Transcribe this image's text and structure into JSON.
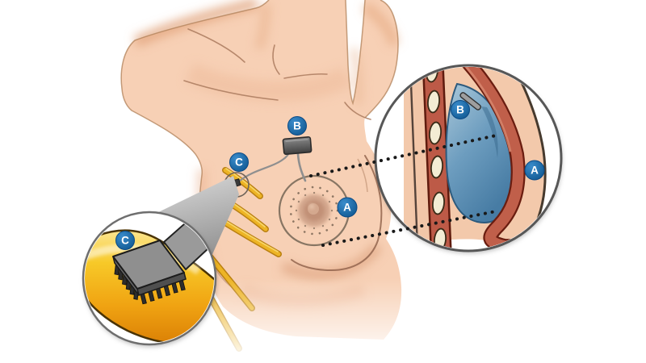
{
  "illustration": {
    "labels": {
      "a": "A",
      "b": "B",
      "c": "C"
    },
    "colors": {
      "badge_blue": "#1566ab",
      "implant_blue": "#6f9ec0",
      "muscle_red": "#c05f4a",
      "skin_tone": "#f6ceb2",
      "bone_gold": "#f2b31c",
      "device_gray": "#5a5a5a",
      "outline_dark": "#463a2e",
      "background": "#ffffff"
    }
  }
}
